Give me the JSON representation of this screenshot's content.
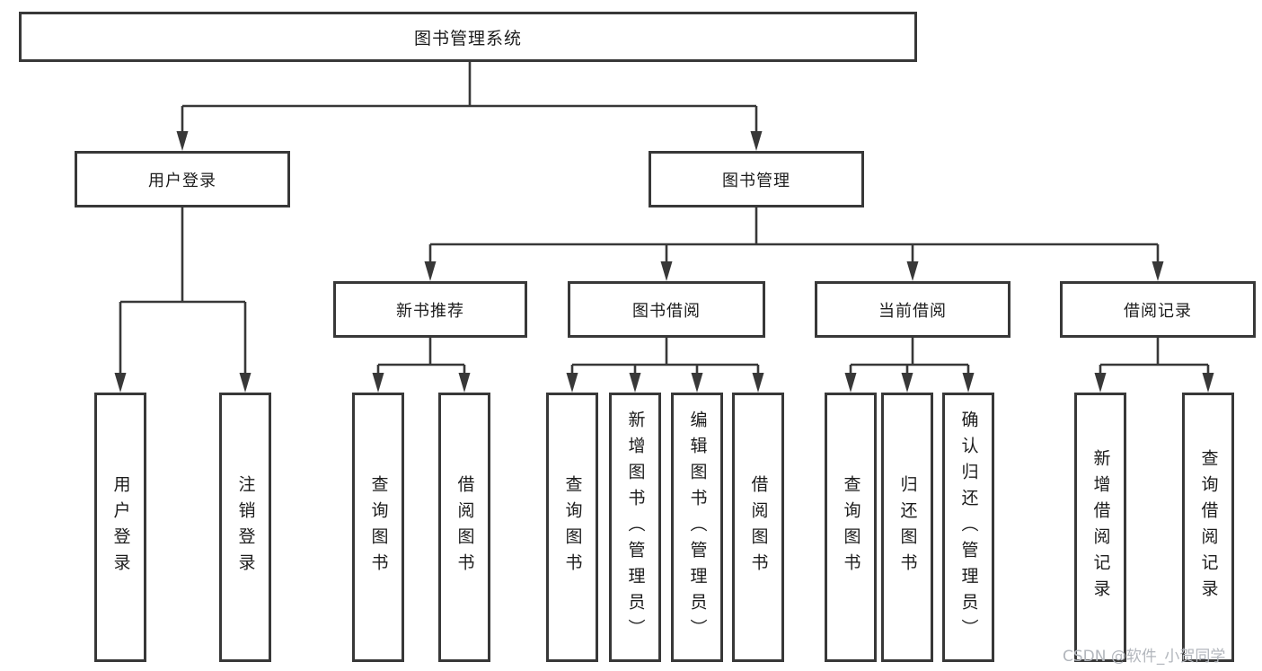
{
  "diagram": {
    "root": {
      "label": "图书管理系统"
    },
    "user_login": {
      "label": "用户登录",
      "children": [
        {
          "label": "用户登录"
        },
        {
          "label": "注销登录"
        }
      ]
    },
    "book_mgmt": {
      "label": "图书管理",
      "groups": [
        {
          "label": "新书推荐",
          "children": [
            {
              "label": "查询图书"
            },
            {
              "label": "借阅图书"
            }
          ]
        },
        {
          "label": "图书借阅",
          "children": [
            {
              "label": "查询图书"
            },
            {
              "label": "新增图书（管理员）"
            },
            {
              "label": "编辑图书（管理员）"
            },
            {
              "label": "借阅图书"
            }
          ]
        },
        {
          "label": "当前借阅",
          "children": [
            {
              "label": "查询图书"
            },
            {
              "label": "归还图书"
            },
            {
              "label": "确认归还（管理员）"
            }
          ]
        },
        {
          "label": "借阅记录",
          "children": [
            {
              "label": "新增借阅记录"
            },
            {
              "label": "查询借阅记录"
            }
          ]
        }
      ]
    }
  },
  "watermark": {
    "text": "CSDN @软件_小贺同学"
  },
  "colors": {
    "line": "#383838",
    "text": "#1c1c1c",
    "watermark": "#b2b6bc",
    "background": "#ffffff"
  }
}
